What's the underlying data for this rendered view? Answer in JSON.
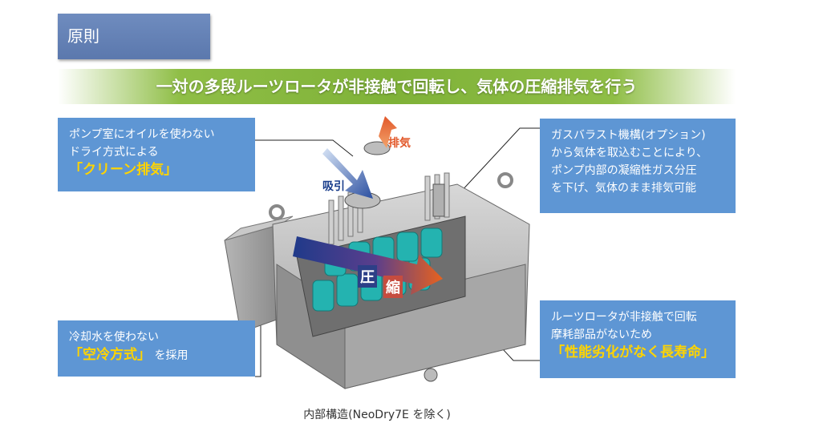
{
  "section": {
    "title": "原則"
  },
  "banner": {
    "text": "一対の多段ルーツロータが非接触で回転し、気体の圧縮排気を行う"
  },
  "callouts": {
    "clean": {
      "line1": "ポンプ室にオイルを使わない",
      "line2": "ドライ方式による",
      "highlight": "「クリーン排気」"
    },
    "gas_ballast": {
      "line1": "ガスバラスト機構(オプション)",
      "line2": "から気体を取込むことにより、",
      "line3": "ポンプ内部の凝縮性ガス分圧",
      "line4": "を下げ、気体のまま排気可能"
    },
    "air_cooled": {
      "line1": "冷却水を使わない",
      "highlight": "「空冷方式」",
      "suffix": "を採用"
    },
    "long_life": {
      "line1": "ルーツロータが非接触で回転",
      "line2": "摩耗部品がないため",
      "highlight": "「性能劣化がなく長寿命」"
    }
  },
  "diagram": {
    "exhaust_label": "排気",
    "intake_label": "吸引",
    "compression_label_1": "圧",
    "compression_label_2": "縮"
  },
  "caption": "内部構造(NeoDry7E を除く)",
  "colors": {
    "callout_bg": "#5e96d4",
    "highlight": "#ffd400",
    "banner": "#7fb238",
    "tag": "#5b78ad"
  }
}
